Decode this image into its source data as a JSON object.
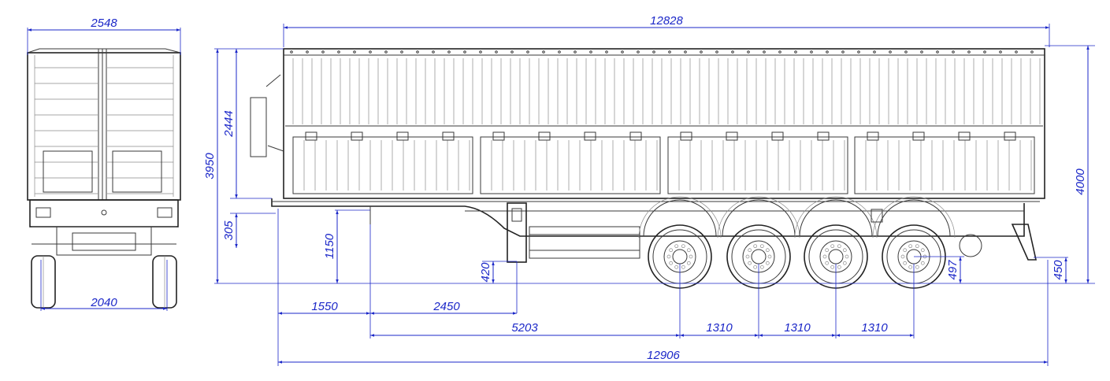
{
  "colors": {
    "dimension": "#1b27c8",
    "drawing": "#3a3a3a",
    "background": "#ffffff"
  },
  "rear_view": {
    "overall_width": "2548",
    "track_width": "2040"
  },
  "side_view": {
    "overall_length_body": "12828",
    "overall_length": "12906",
    "total_height": "4000",
    "height_to_body_top": "3950",
    "body_height": "2444",
    "frame_height": "305",
    "support_leg_height": "1150",
    "kingpin_height": "420",
    "wheel_center_height": "497",
    "rear_bumper_height": "450",
    "front_overhang": "1550",
    "kingpin_to_leg": "2450",
    "kingpin_to_first_axle": "5203",
    "axle_spacings": [
      "1310",
      "1310",
      "1310"
    ]
  }
}
